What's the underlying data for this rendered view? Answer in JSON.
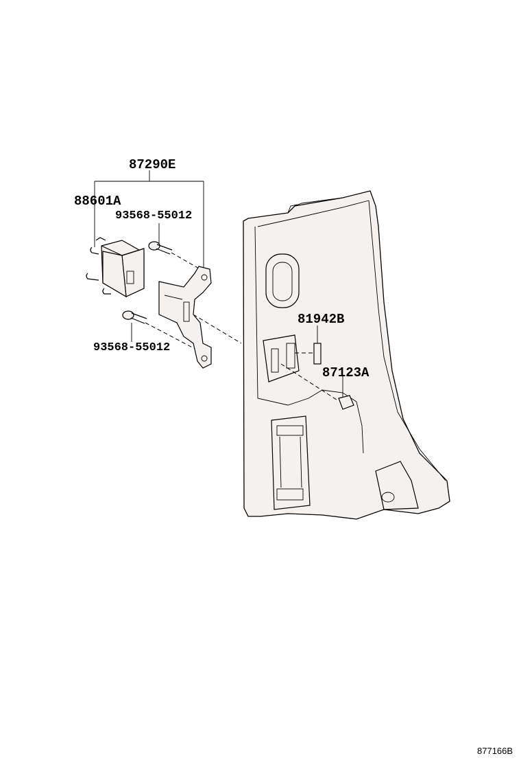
{
  "parts": {
    "bracket_assembly": "87290E",
    "module": "88601A",
    "screw_top": "93568-55012",
    "screw_bottom": "93568-55012",
    "connector": "81942B",
    "plug": "87123A"
  },
  "figure_code": "877166B"
}
